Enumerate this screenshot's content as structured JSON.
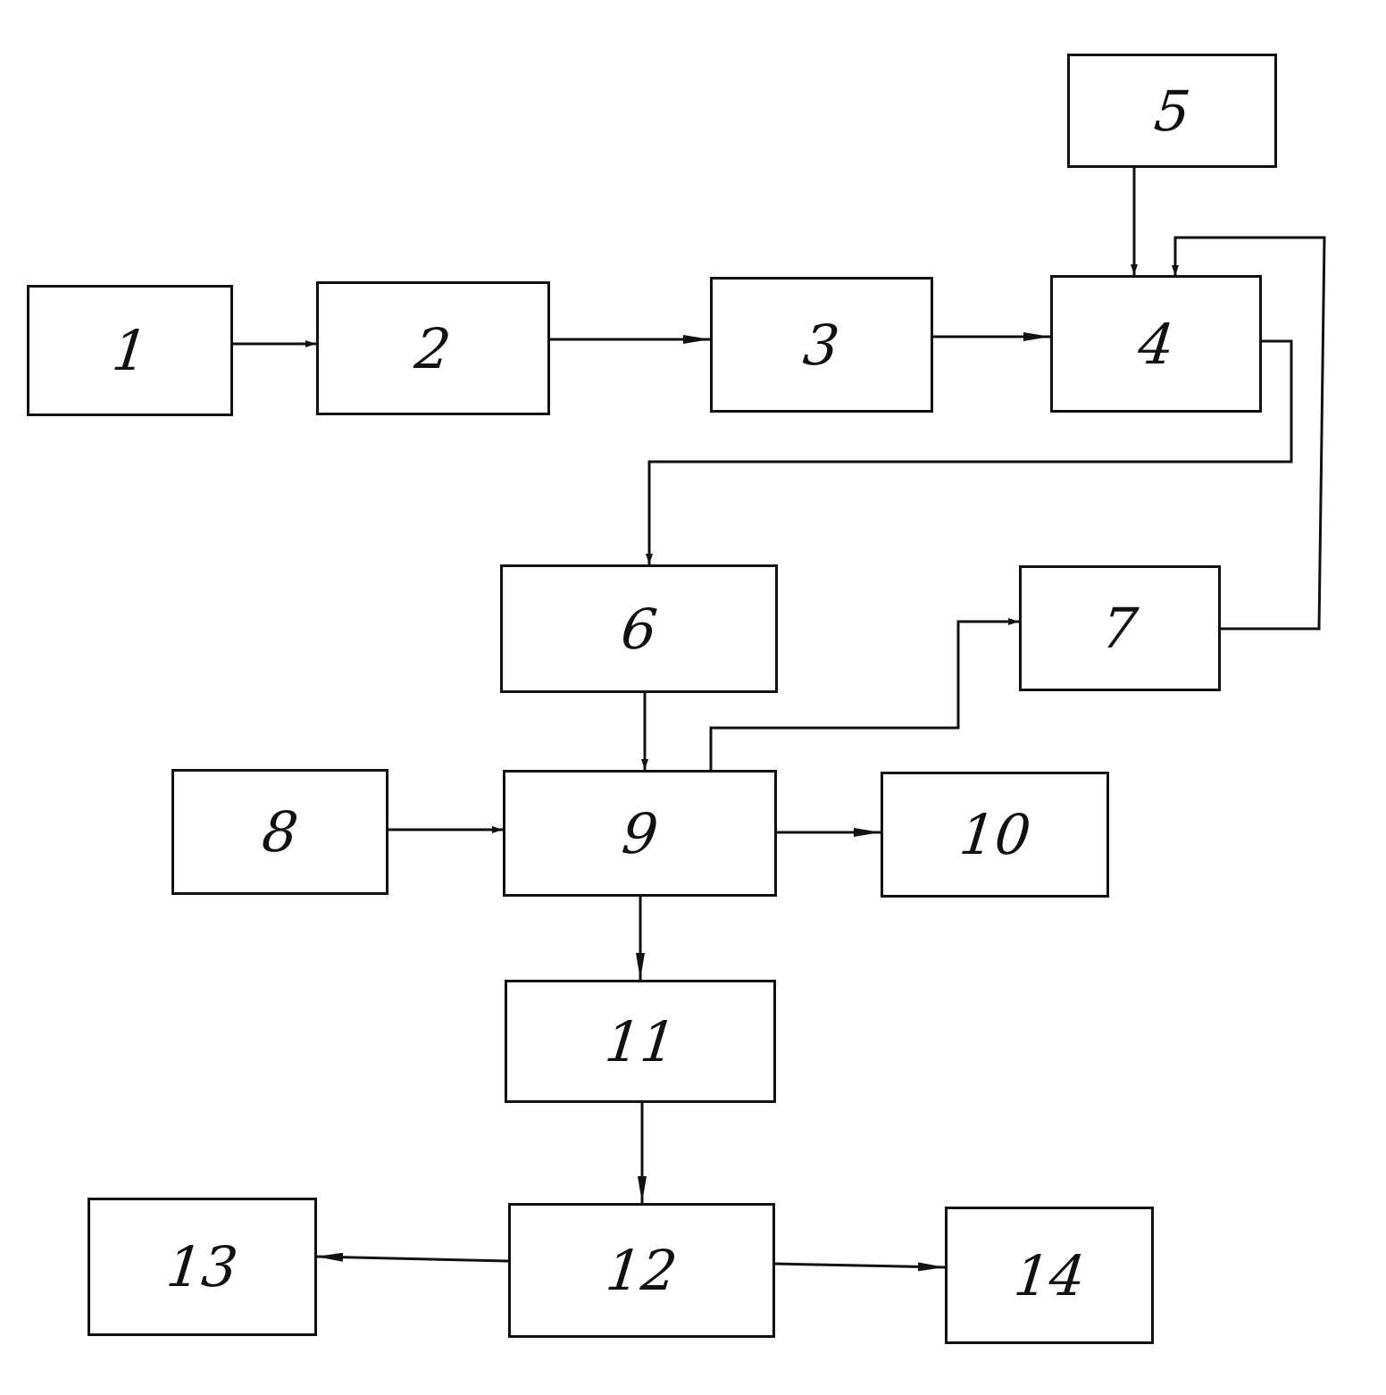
{
  "diagram": {
    "blocks": [
      {
        "id": "b1",
        "label": "1"
      },
      {
        "id": "b2",
        "label": "2"
      },
      {
        "id": "b3",
        "label": "3"
      },
      {
        "id": "b4",
        "label": "4"
      },
      {
        "id": "b5",
        "label": "5"
      },
      {
        "id": "b6",
        "label": "6"
      },
      {
        "id": "b7",
        "label": "7"
      },
      {
        "id": "b8",
        "label": "8"
      },
      {
        "id": "b9",
        "label": "9"
      },
      {
        "id": "b10",
        "label": "10"
      },
      {
        "id": "b11",
        "label": "11"
      },
      {
        "id": "b12",
        "label": "12"
      },
      {
        "id": "b13",
        "label": "13"
      },
      {
        "id": "b14",
        "label": "14"
      }
    ],
    "connections": [
      {
        "from": "1",
        "to": "2"
      },
      {
        "from": "2",
        "to": "3"
      },
      {
        "from": "3",
        "to": "4"
      },
      {
        "from": "5",
        "to": "4"
      },
      {
        "from": "4",
        "to": "6"
      },
      {
        "from": "6",
        "to": "9"
      },
      {
        "from": "9",
        "to": "7"
      },
      {
        "from": "7",
        "to": "4"
      },
      {
        "from": "8",
        "to": "9"
      },
      {
        "from": "9",
        "to": "10"
      },
      {
        "from": "9",
        "to": "11"
      },
      {
        "from": "11",
        "to": "12"
      },
      {
        "from": "12",
        "to": "13"
      },
      {
        "from": "12",
        "to": "14"
      }
    ],
    "colors": {
      "line": "#111111",
      "background": "#ffffff"
    }
  }
}
